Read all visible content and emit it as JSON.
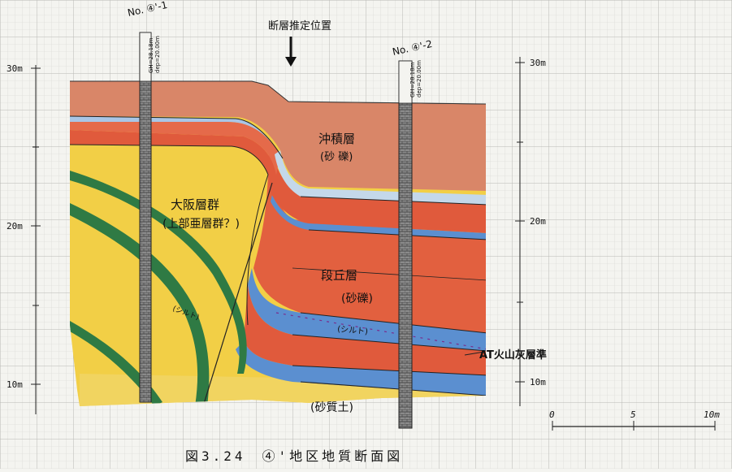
{
  "title": "断層推定位置",
  "caption": "図3.24　④'地区地質断面図",
  "boreholes": [
    {
      "id": "No. ④'-1",
      "meta1": "GH=28.18m",
      "meta2": "dep=20.00m"
    },
    {
      "id": "No. ④'-2",
      "meta1": "GH=28.18m",
      "meta2": "dep=20.00m"
    }
  ],
  "left_axis": [
    "30m",
    "20m",
    "10m"
  ],
  "right_axis": [
    "30m",
    "20m",
    "10m"
  ],
  "scale_bar": [
    "0",
    "5",
    "10m"
  ],
  "layers": {
    "alluvium": {
      "name": "沖積層",
      "sub": "(砂 礫)"
    },
    "osaka": {
      "name": "大阪層群",
      "sub": "(上部亜層群？)"
    },
    "terrace": {
      "name": "段丘層",
      "sub": "(砂礫)"
    },
    "silt1": "(シルト)",
    "silt2": "(シルト)",
    "sandy": "(砂質土)",
    "ash": "AT火山灰層準"
  },
  "colors": {
    "alluvium": "#d98668",
    "red": "#e05a3c",
    "blue": "#5b8fd0",
    "yellow": "#f2cf46",
    "green": "#2f7a44"
  }
}
